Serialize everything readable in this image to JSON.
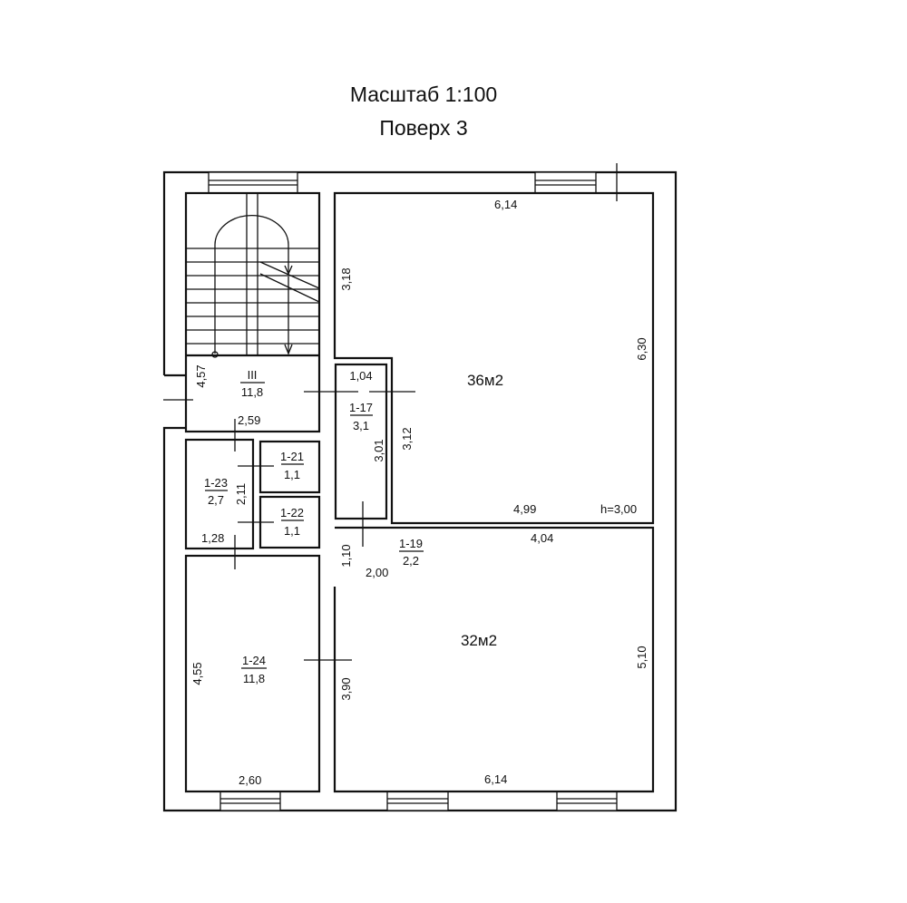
{
  "title": {
    "scale": "Масштаб 1:100",
    "floor": "Поверх 3"
  },
  "rooms": {
    "stair": {
      "num": "III",
      "area": "11,8",
      "dim_v": "4,57",
      "dim_h": "2,59"
    },
    "r17": {
      "num": "1-17",
      "area": "3,1",
      "dim_h": "1,04",
      "dim_v": "3,01"
    },
    "r21": {
      "num": "1-21",
      "area": "1,1"
    },
    "r22": {
      "num": "1-22",
      "area": "1,1"
    },
    "r23": {
      "num": "1-23",
      "area": "2,7",
      "dim_v": "2,11",
      "dim_h": "1,28"
    },
    "r24": {
      "num": "1-24",
      "area": "11,8",
      "dim_v": "4,55",
      "dim_h": "2,60"
    },
    "r19": {
      "num": "1-19",
      "area": "2,2",
      "dim_v": "1,10",
      "dim_h": "2,00"
    },
    "big1": {
      "area": "36м2",
      "dim_top": "6,14",
      "dim_left": "3,18",
      "dim_right": "6,30",
      "dim_inner": "3,12",
      "dim_bottom": "4,99",
      "height": "h=3,00"
    },
    "big2": {
      "area": "32м2",
      "dim_top": "4,04",
      "dim_left": "3,90",
      "dim_right": "5,10",
      "dim_bottom": "6,14"
    }
  }
}
